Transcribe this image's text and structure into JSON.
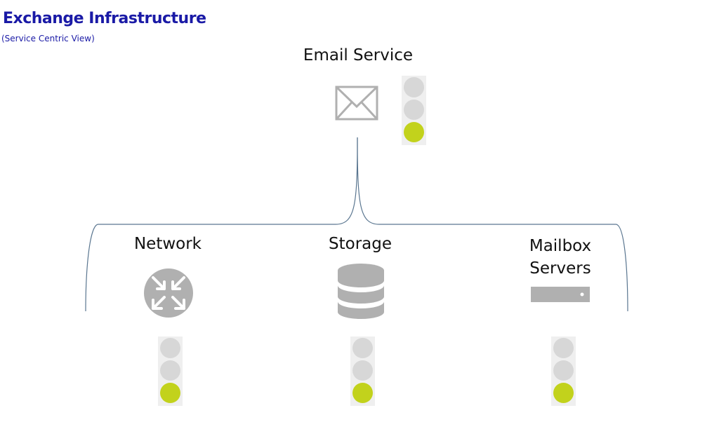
{
  "header": {
    "title": "Exchange Infrastructure",
    "subtitle": "(Service Centric View)"
  },
  "root": {
    "label": "Email Service",
    "icon": "envelope-icon",
    "status": "green"
  },
  "children": [
    {
      "label": "Network",
      "icon": "network-switch-icon",
      "status": "green"
    },
    {
      "label": "Storage",
      "icon": "database-icon",
      "status": "green"
    },
    {
      "label": "Mailbox\nServers",
      "icon": "server-icon",
      "status": "green"
    }
  ],
  "colors": {
    "title": "#1a1aa6",
    "connector": "#5a7690",
    "icon_gray": "#b0b0b0",
    "lamp_off": "#d7d7d7",
    "lamp_green": "#c2d21c",
    "light_housing": "#efefef"
  }
}
